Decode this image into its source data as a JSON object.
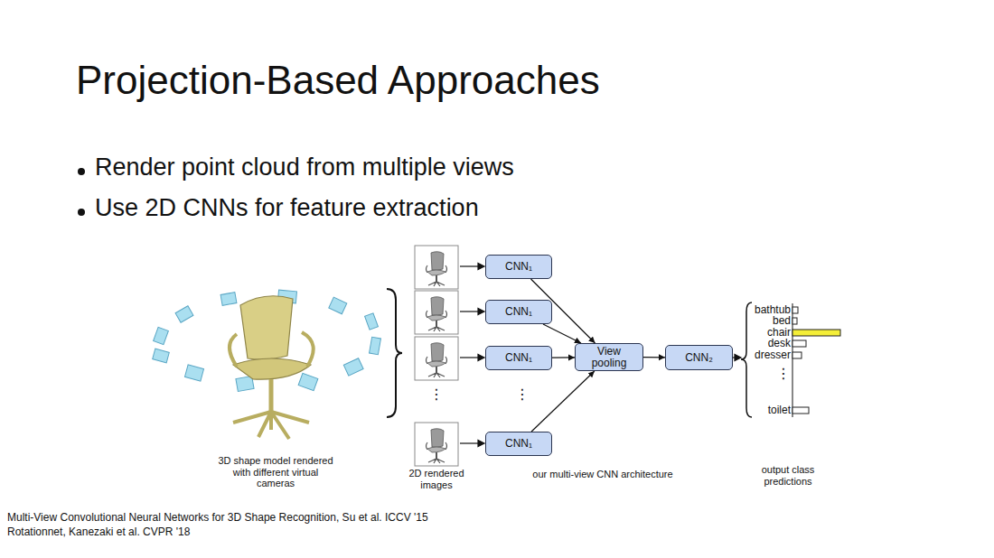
{
  "diagram": {
    "title": "Projection-Based Approaches",
    "nodes": [
      {
        "text": [
          "CNN₁"
        ]
      },
      {
        "text": [
          "CNN₁"
        ]
      },
      {
        "text": [
          "CNN₁"
        ]
      },
      {
        "text": [
          "CNN₁"
        ]
      },
      {
        "text": [
          "View pooling"
        ]
      },
      {
        "text": [
          "CNN₂"
        ]
      }
    ],
    "edges": [
      {
        "from": 0,
        "to": 4,
        "arrow": "to"
      },
      {
        "from": 1,
        "to": 4,
        "arrow": "to"
      },
      {
        "from": 2,
        "to": 4,
        "arrow": "to"
      },
      {
        "from": 3,
        "to": 4,
        "arrow": "to"
      },
      {
        "from": 4,
        "to": 5,
        "arrow": "to"
      }
    ],
    "labels": [
      "Render point cloud from multiple views",
      "Use 2D CNNs for feature extraction",
      "3D shape model rendered with different virtual cameras",
      "⋮",
      "2D rendered images",
      "⋮",
      "our multi-view CNN architecture",
      "bathtub",
      "bed",
      "chair",
      "desk",
      "dresser",
      "⋮",
      "toilet",
      "output class predictions",
      "Multi-View Convolutional Neural Networks for 3D Shape Recognition, Su et al. ICCV '15",
      "Rotationnet, Kanezaki et al. CVPR '18"
    ]
  }
}
